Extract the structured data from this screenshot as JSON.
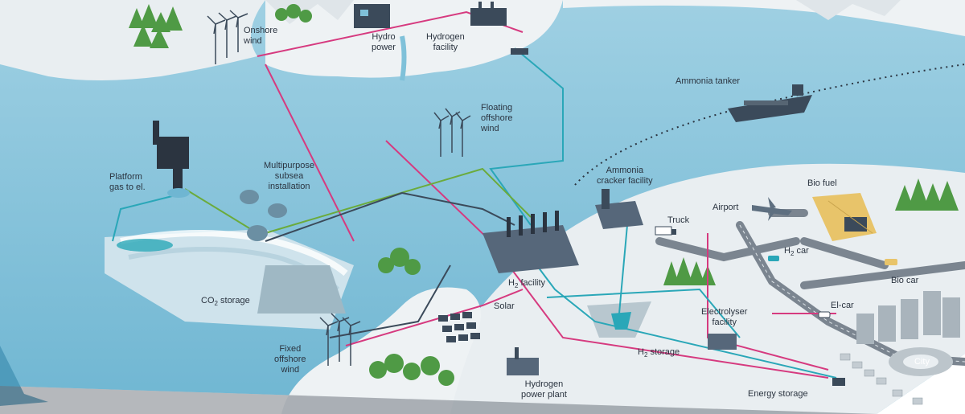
{
  "labels": {
    "onshore_wind": [
      "Onshore",
      "wind"
    ],
    "hydro_power": [
      "Hydro",
      "power"
    ],
    "hydrogen_facility": [
      "Hydrogen",
      "facility"
    ],
    "ammonia_tanker": "Ammonia tanker",
    "floating_offshore_wind": [
      "Floating",
      "offshore",
      "wind"
    ],
    "platform_gas_to_el": [
      "Platform",
      "gas to el."
    ],
    "multipurpose_subsea": [
      "Multipurpose",
      "subsea",
      "installation"
    ],
    "ammonia_cracker": [
      "Ammonia",
      "cracker facility"
    ],
    "bio_fuel": "Bio fuel",
    "airport": "Airport",
    "truck": "Truck",
    "h2_car": {
      "pre": "H",
      "sub": "2",
      "post": " car"
    },
    "bio_car": "Bio car",
    "h2_facility": {
      "pre": "H",
      "sub": "2",
      "post": " facility"
    },
    "co2_storage": {
      "pre": "CO",
      "sub": "2",
      "post": " storage"
    },
    "solar": "Solar",
    "electrolyser_facility": [
      "Electrolyser",
      "facility"
    ],
    "el_car": "El-car",
    "h2_storage": {
      "pre": "H",
      "sub": "2",
      "post": " storage"
    },
    "fixed_offshore_wind": [
      "Fixed",
      "offshore",
      "wind"
    ],
    "hydrogen_power_plant": [
      "Hydrogen",
      "power plant"
    ],
    "energy_storage": "Energy storage",
    "city": "City"
  },
  "colors": {
    "sea": "#7fc1d9",
    "land": "#e9eef1",
    "electricity_line": "#d63a7f",
    "hydrogen_line": "#2aa7b8",
    "co2_line": "#6bab3c",
    "gas_line": "#3b4a5a",
    "road": "#7b8590",
    "forest": "#4f9a45"
  }
}
